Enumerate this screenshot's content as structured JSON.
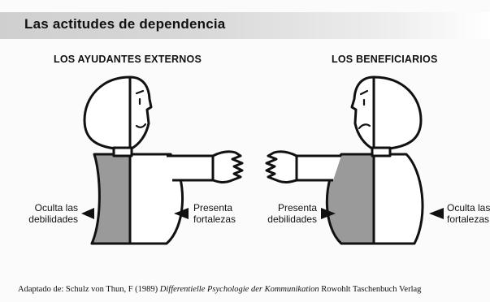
{
  "header": {
    "title": "Las actitudes de dependencia"
  },
  "left_figure": {
    "heading": "LOS AYUDANTES EXTERNOS",
    "label_hidden_line1": "Oculta las",
    "label_hidden_line2": "debilidades",
    "label_shown_line1": "Presenta",
    "label_shown_line2": "fortalezas"
  },
  "right_figure": {
    "heading": "LOS BENEFICIARIOS",
    "label_shown_line1": "Presenta",
    "label_shown_line2": "debilidades",
    "label_hidden_line1": "Oculta las",
    "label_hidden_line2": "fortalezas"
  },
  "credit": {
    "prefix": "Adaptado de: Schulz von Thun, F (1989)",
    "work": "Differentielle Psychologie der Kommunikation",
    "publisher": "Rowohlt Taschenbuch Verlag"
  },
  "colors": {
    "gray_side": "#9a9a9a",
    "outline": "#111111",
    "header_band": "#d3d3d3"
  }
}
